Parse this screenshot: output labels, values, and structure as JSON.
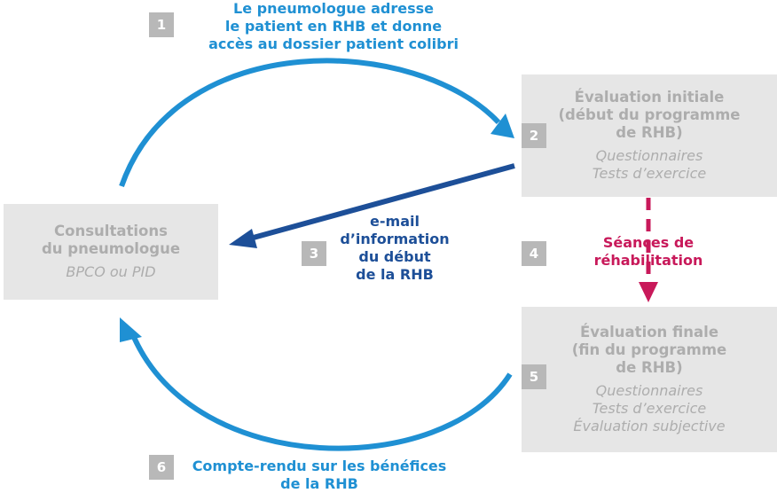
{
  "colors": {
    "arc_blue": "#1f90d3",
    "arrow_navy": "#1d4f98",
    "rehab_magenta": "#c8195a",
    "box_gray": "#e6e6e6",
    "badge_gray": "#b8b8b8",
    "box_text_gray": "#adadad"
  },
  "boxes": {
    "pneumo": {
      "title": [
        "Consultations",
        "du pneumologue"
      ],
      "subtitle": [
        "BPCO ou PID"
      ]
    },
    "initial": {
      "title": [
        "Évaluation initiale",
        "(début du programme",
        "de RHB)"
      ],
      "subtitle": [
        "Questionnaires",
        "Tests d’exercice"
      ]
    },
    "final": {
      "title": [
        "Évaluation finale",
        "(fin du programme",
        "de RHB)"
      ],
      "subtitle": [
        "Questionnaires",
        "Tests d’exercice",
        "Évaluation subjective"
      ]
    }
  },
  "steps": [
    {
      "number": "1",
      "label": [
        "Le pneumologue adresse",
        "le patient en RHB et donne",
        "accès au dossier patient colibri"
      ]
    },
    {
      "number": "2"
    },
    {
      "number": "3",
      "label": [
        "e-mail",
        "d’information",
        "du début",
        "de la RHB"
      ]
    },
    {
      "number": "4",
      "label": [
        "Séances de",
        "réhabilitation"
      ]
    },
    {
      "number": "5"
    },
    {
      "number": "6",
      "label": [
        "Compte-rendu sur les bénéfices",
        "de la RHB"
      ]
    }
  ]
}
